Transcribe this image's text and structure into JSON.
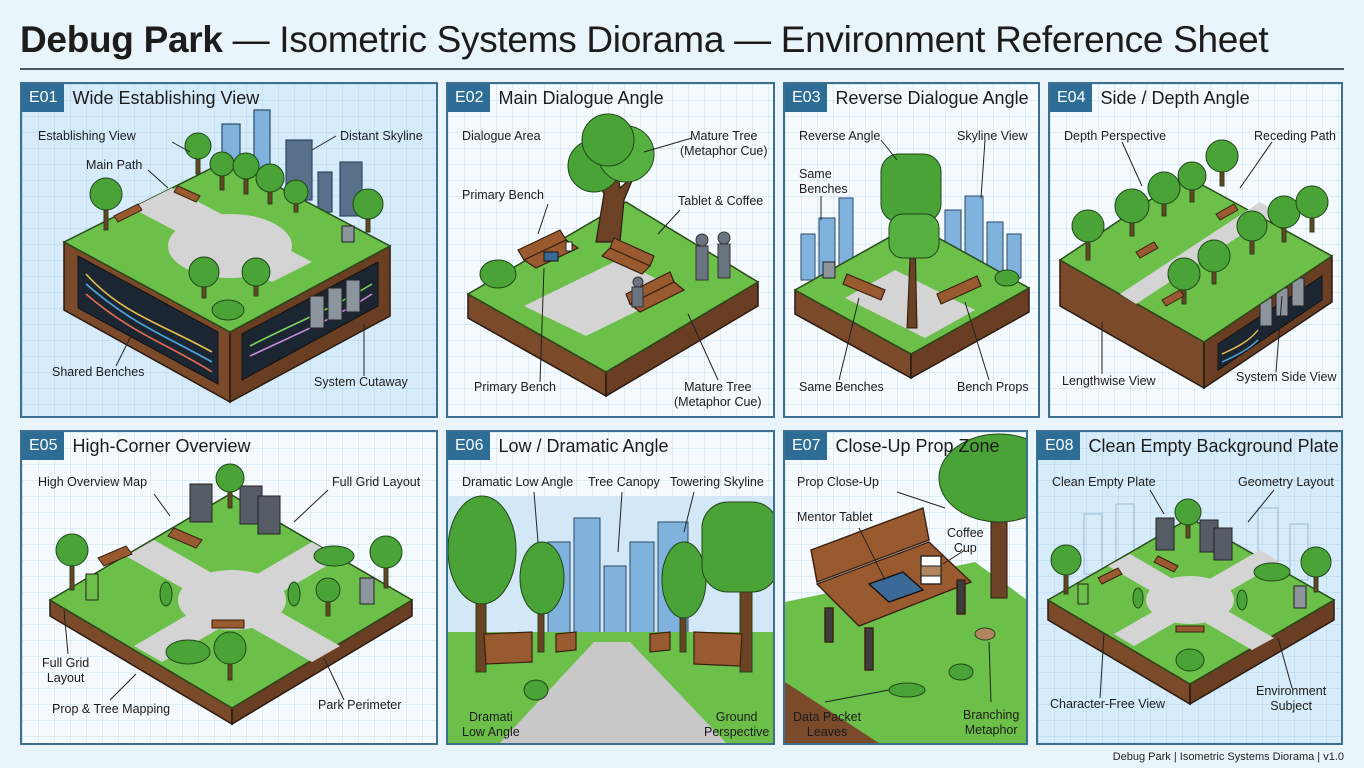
{
  "title": {
    "bold": "Debug Park",
    "rest": " — Isometric Systems Diorama — Environment Reference Sheet"
  },
  "footer": "Debug Park | Isometric Systems Diorama | v1.0",
  "colors": {
    "panel_border": "#3d6f8e",
    "id_badge": "#2e6e96",
    "grass": "#6cc04a",
    "soil": "#7a4a2a",
    "path": "#cfcfcf",
    "tree": "#4aa336",
    "building": "#7fb2dc",
    "server": "#555c66"
  },
  "panels": [
    {
      "id": "E01",
      "name": "Wide Establishing View",
      "scene": "wide-cutaway",
      "callouts": [
        "Establishing View",
        "Main Path",
        "Distant Skyline",
        "Shared Benches",
        "System Cutaway"
      ]
    },
    {
      "id": "E02",
      "name": "Main Dialogue Angle",
      "scene": "dialogue",
      "callouts": [
        "Dialogue Area",
        "Mature Tree\n(Metaphor Cue)",
        "Primary Bench",
        "Tablet & Coffee",
        "Primary Bench",
        "Mature Tree\n(Metaphor Cue)"
      ]
    },
    {
      "id": "E03",
      "name": "Reverse Dialogue Angle",
      "scene": "reverse",
      "callouts": [
        "Reverse Angle",
        "Skyline View",
        "Same\nBenches",
        "Same Benches",
        "Bench Props"
      ]
    },
    {
      "id": "E04",
      "name": "Side / Depth Angle",
      "scene": "depth",
      "callouts": [
        "Depth Perspective",
        "Receding Path",
        "Lengthwise View",
        "System Side View"
      ]
    },
    {
      "id": "E05",
      "name": "High-Corner Overview",
      "scene": "overview",
      "callouts": [
        "High Overview Map",
        "Full Grid Layout",
        "Full Grid\nLayout",
        "Prop & Tree Mapping",
        "Park Perimeter"
      ]
    },
    {
      "id": "E06",
      "name": "Low / Dramatic Angle",
      "scene": "low",
      "callouts": [
        "Dramatic Low Angle",
        "Tree Canopy",
        "Towering Skyline",
        "Dramati\nLow Angle",
        "Ground\nPerspective"
      ]
    },
    {
      "id": "E07",
      "name": "Close-Up Prop Zone",
      "scene": "closeup",
      "callouts": [
        "Prop Close-Up",
        "Mentor Tablet",
        "Coffee\nCup",
        "Data Packet\nLeaves",
        "Branching\nMetaphor"
      ]
    },
    {
      "id": "E08",
      "name": "Clean Empty Background Plate",
      "scene": "plate",
      "callouts": [
        "Clean Empty Plate",
        "Geometry Layout",
        "Character-Free View",
        "Environment\nSubject"
      ]
    }
  ]
}
